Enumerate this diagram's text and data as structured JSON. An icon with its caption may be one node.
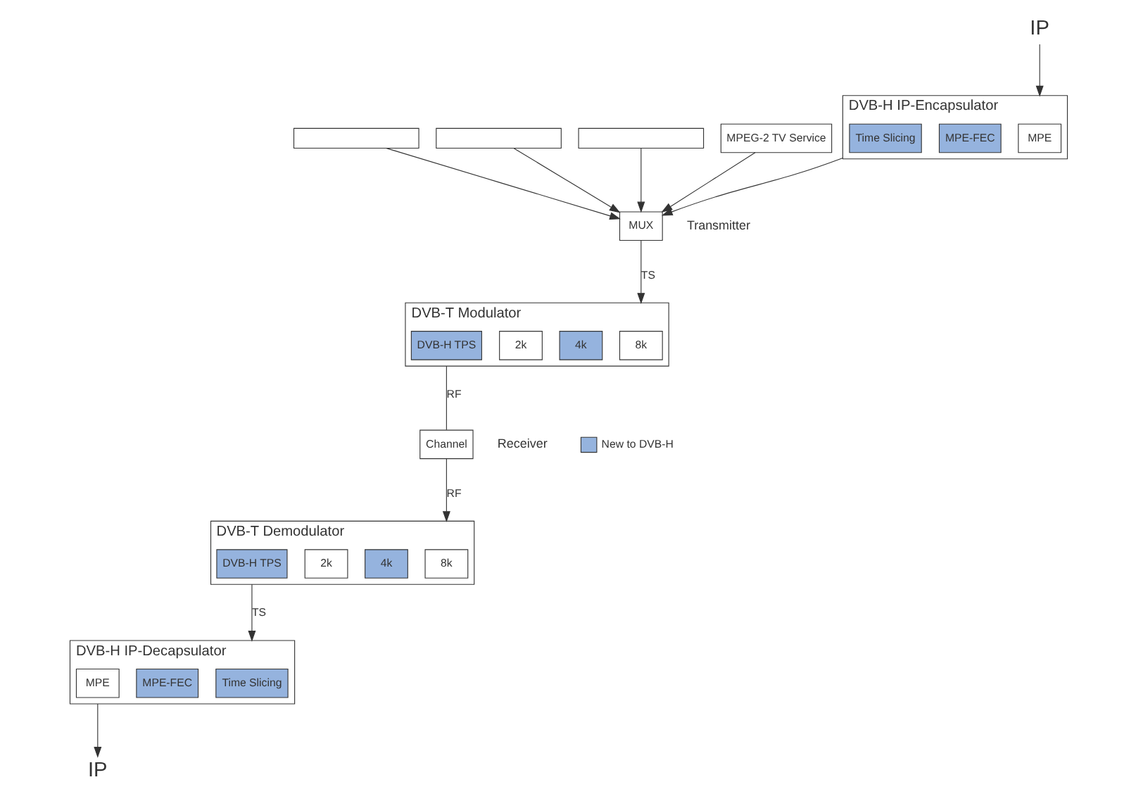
{
  "diagram": {
    "nodes": [
      {
        "text": [],
        "shape": "box"
      },
      {
        "text": [],
        "shape": "box"
      },
      {
        "text": [],
        "shape": "box"
      },
      {
        "text": [
          "MPEG-2 TV Service"
        ]
      },
      {
        "text": [
          "MUX"
        ]
      },
      {
        "text": [
          "DVB-T Modulator"
        ]
      },
      {
        "text": [
          "8k"
        ],
        "in": 5
      },
      {
        "text": [
          "4k"
        ],
        "in": 5
      },
      {
        "text": [
          "2k"
        ],
        "in": 5
      },
      {
        "text": [
          "DVB-H TPS"
        ],
        "in": 5
      },
      {
        "text": [
          "IP"
        ]
      },
      {
        "text": [
          "DVB-H IP-Encapsulator"
        ]
      },
      {
        "text": [
          "MPE"
        ],
        "in": 11
      },
      {
        "text": [
          "MPE-FEC"
        ],
        "in": 11
      },
      {
        "text": [
          "Time Slicing"
        ],
        "in": 11
      },
      {
        "text": [
          "Channel"
        ]
      },
      {
        "text": [
          "DVB-T Demodulator"
        ]
      },
      {
        "text": [
          "8k"
        ],
        "in": 16
      },
      {
        "text": [
          "4k"
        ],
        "in": 16
      },
      {
        "text": [
          "2k"
        ],
        "in": 16
      },
      {
        "text": [
          "DVB-H TPS"
        ],
        "in": 16
      },
      {
        "text": [
          "DVB-H IP-Decapsulator"
        ]
      },
      {
        "text": [
          "Time Slicing"
        ],
        "in": 21
      },
      {
        "text": [
          "MPE-FEC"
        ],
        "in": 21
      },
      {
        "text": [
          "MPE"
        ],
        "in": 21
      },
      {
        "text": [
          "IP"
        ]
      }
    ],
    "edges": [
      {
        "from": 0,
        "to": 4,
        "arrow": "to"
      },
      {
        "from": 1,
        "to": 4,
        "arrow": "to"
      },
      {
        "from": 2,
        "to": 4,
        "arrow": "to"
      },
      {
        "from": 3,
        "to": 4,
        "arrow": "to"
      },
      {
        "from": 11,
        "to": 4,
        "arrow": "to"
      },
      {
        "from": 4,
        "to": 5,
        "arrow": "to",
        "label": "TS"
      },
      {
        "from": 10,
        "to": 11,
        "arrow": "to"
      },
      {
        "from": 5,
        "to": 15,
        "arrow": "none",
        "label": "RF"
      },
      {
        "from": 15,
        "to": 16,
        "arrow": "to",
        "label": "RF"
      },
      {
        "from": 16,
        "to": 21,
        "arrow": "to",
        "label": "TS"
      },
      {
        "from": 21,
        "to": 25,
        "arrow": "to"
      }
    ],
    "labels": [
      "Transmitter",
      "Receiver"
    ],
    "legend": [
      {
        "text": "New to DVB-H",
        "color": "#95b3de"
      }
    ]
  }
}
